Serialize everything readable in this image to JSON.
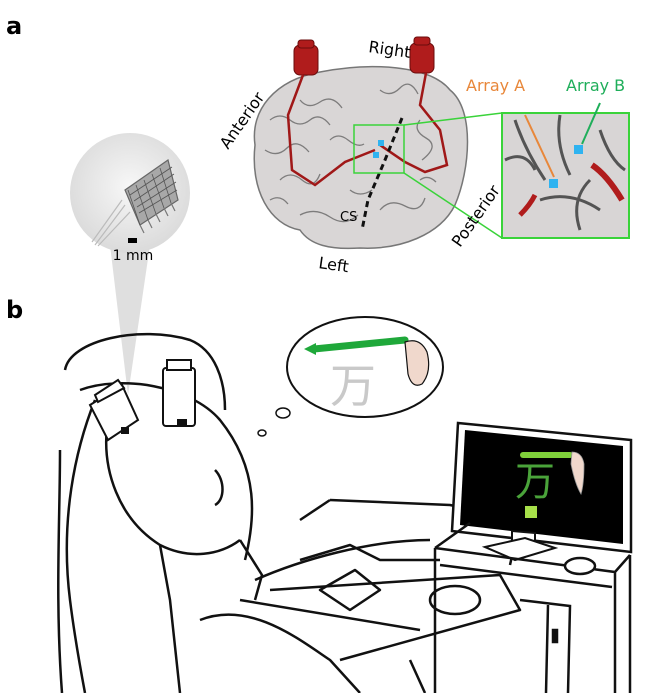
{
  "panels": {
    "a": {
      "label": "a",
      "orientation": {
        "top": "Right",
        "bottom": "Left",
        "front": "Anterior",
        "back": "Posterior"
      },
      "sulcus_label": "CS",
      "scale_bar": "1 mm",
      "arrays": [
        {
          "name": "Array A",
          "color": "#e8873a"
        },
        {
          "name": "Array B",
          "color": "#1fae5a"
        }
      ],
      "marker_color": "#2fb3f0",
      "inset_border_color": "#3ad33a",
      "lead_color": "#a01818"
    },
    "b": {
      "label": "b",
      "character": "万",
      "stroke_color": "#1fa83a",
      "screen_char_color": "#4aa33a",
      "cursor_color": "#a7e04a"
    }
  }
}
